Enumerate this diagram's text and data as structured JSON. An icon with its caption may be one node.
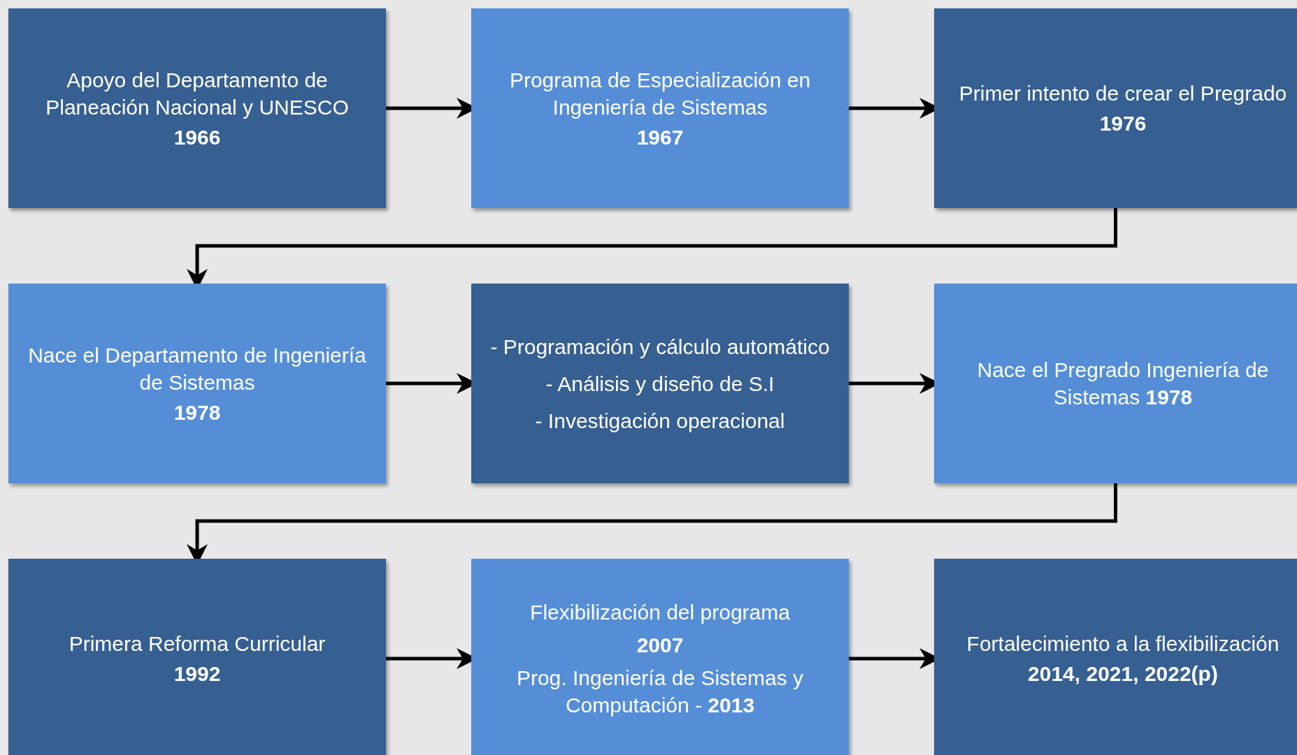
{
  "diagram": {
    "nodes": [
      {
        "text": [
          "Apoyo del Departamento de Planeación Nacional y UNESCO",
          "1966"
        ]
      },
      {
        "text": [
          "Programa de Especialización en Ingeniería de Sistemas",
          "1967"
        ]
      },
      {
        "text": [
          "Primer intento de crear el Pregrado",
          "1976"
        ]
      },
      {
        "text": [
          "Nace el Departamento de Ingeniería de Sistemas",
          "1978"
        ]
      },
      {
        "text": [
          "- Programación y cálculo automático",
          "- Análisis y diseño de S.I",
          "- Investigación operacional"
        ]
      },
      {
        "text": [
          "Nace el Pregrado Ingeniería de Sistemas **1978**"
        ]
      },
      {
        "text": [
          "Primera Reforma Curricular",
          "1992"
        ]
      },
      {
        "text": [
          "Flexibilización del programa",
          "2007",
          "Prog. Ingeniería de Sistemas y Computación - **2013**"
        ]
      },
      {
        "text": [
          "Fortalecimiento a la flexibilización",
          "2014, 2021, 2022(p)"
        ]
      }
    ],
    "edges": [
      {
        "from": 0,
        "to": 1,
        "arrow": "to"
      },
      {
        "from": 1,
        "to": 2,
        "arrow": "to"
      },
      {
        "from": 2,
        "to": 3,
        "arrow": "to"
      },
      {
        "from": 3,
        "to": 4,
        "arrow": "to"
      },
      {
        "from": 4,
        "to": 5,
        "arrow": "to"
      },
      {
        "from": 5,
        "to": 6,
        "arrow": "to"
      },
      {
        "from": 6,
        "to": 7,
        "arrow": "to"
      },
      {
        "from": 7,
        "to": 8,
        "arrow": "to"
      }
    ]
  }
}
